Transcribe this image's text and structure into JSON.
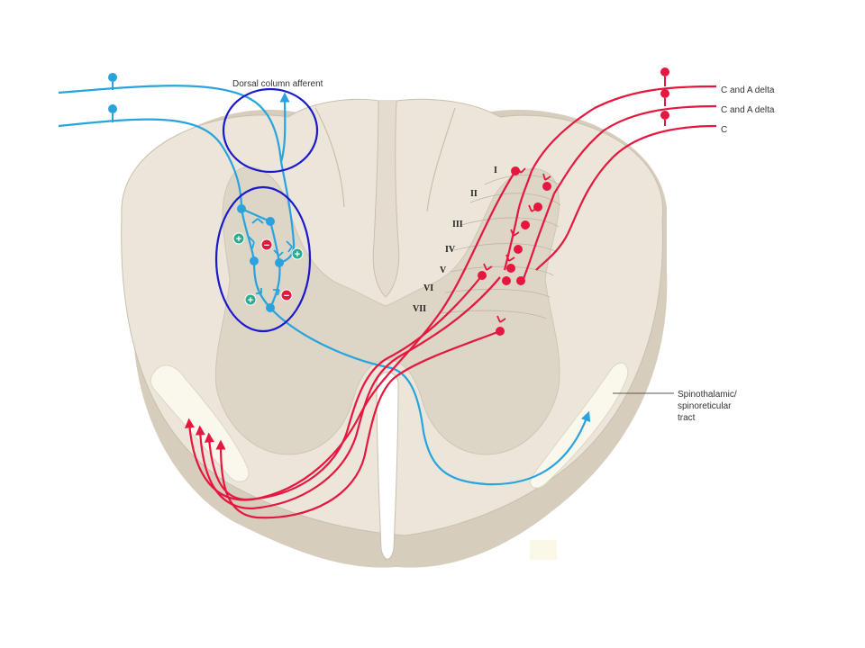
{
  "labels": {
    "dorsal_column_afferent": "Dorsal column afferent",
    "fiber_1": "C and A delta",
    "fiber_2": "C and A delta",
    "fiber_3": "C",
    "tract_line1": "Spinothalamic/",
    "tract_line2": "spinoreticular",
    "tract_line3": "tract"
  },
  "laminae": [
    "I",
    "II",
    "III",
    "IV",
    "V",
    "VI",
    "VII"
  ],
  "signs": {
    "plus": "+",
    "minus": "−"
  },
  "colors": {
    "afferent_blue": "#29a3dd",
    "nociceptive_red": "#e5173f",
    "highlight_circle": "#1a1acc",
    "white_matter": "#ece6da",
    "gray_matter": "#ddd5c6",
    "tract_highlight": "#faf7ec",
    "inhibitory_badge": "#e5173f",
    "excitatory_badge": "#2fa98f"
  }
}
